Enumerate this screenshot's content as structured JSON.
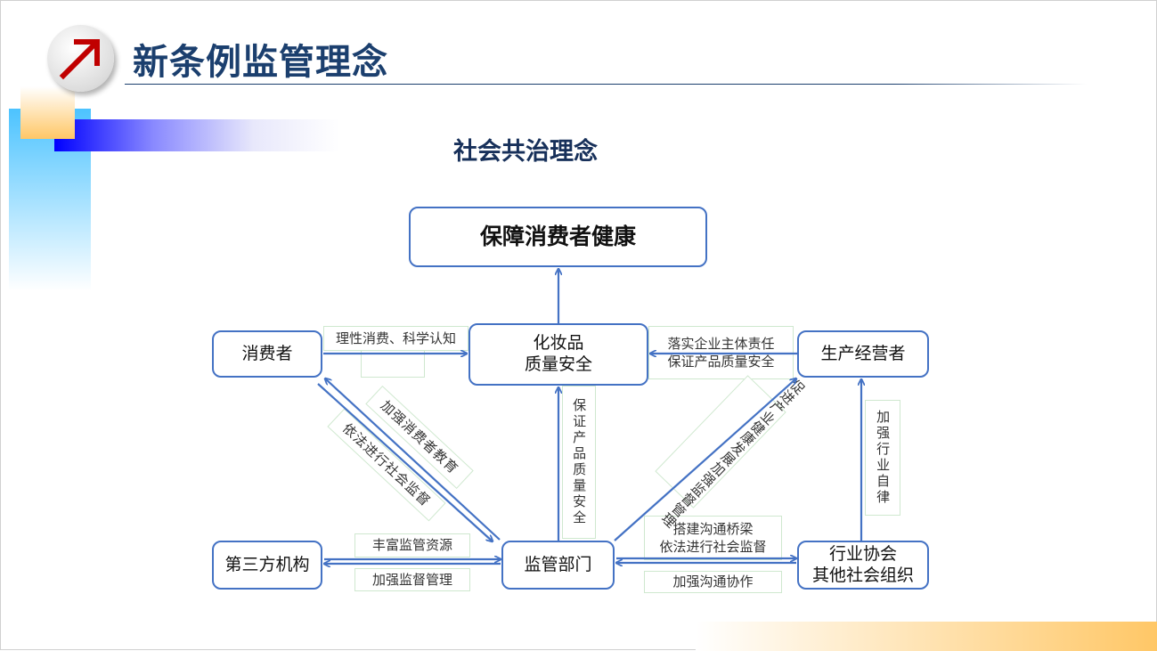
{
  "header": {
    "title": "新条例监管理念",
    "logo_icon": "arrow-up-right-icon"
  },
  "diagram": {
    "subtitle": "社会共治理念",
    "nodes": {
      "goal": "保障消费者健康",
      "quality_line1": "化妆品",
      "quality_line2": "质量安全",
      "consumer": "消费者",
      "producer": "生产经营者",
      "third_party": "第三方机构",
      "regulator": "监管部门",
      "assoc_line1": "行业协会",
      "assoc_line2": "其他社会组织"
    },
    "labels": {
      "consumer_to_quality": "理性消费、科学认知",
      "producer_to_quality_1": "落实企业主体责任",
      "producer_to_quality_2": "保证产品质量安全",
      "regulator_to_quality": "保证产品质量安全",
      "regulator_to_consumer": "加强消费者教育",
      "consumer_to_regulator": "依法进行社会监督",
      "regulator_to_producer_1": "促进产业健康发展",
      "regulator_to_producer_2": "加强监督管理",
      "assoc_to_producer": "加强行业自律",
      "third_to_regulator": "丰富监管资源",
      "regulator_to_third": "加强监督管理",
      "assoc_regulator_1": "搭建沟通桥梁",
      "assoc_regulator_2": "依法进行社会监督",
      "regulator_assoc": "加强沟通协作"
    }
  }
}
